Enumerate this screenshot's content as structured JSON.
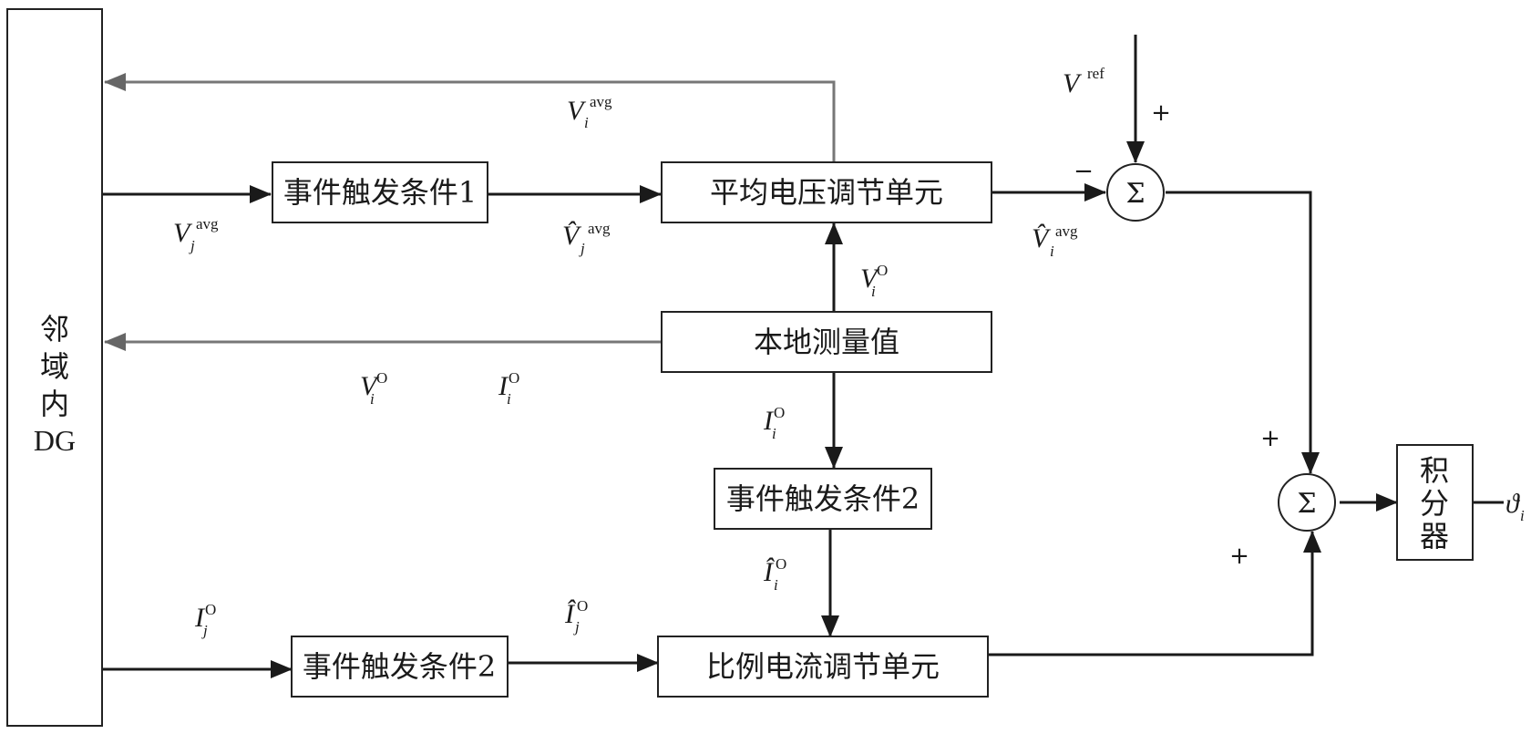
{
  "left_block": {
    "lines": [
      "邻",
      "域",
      "内",
      "DG"
    ]
  },
  "blocks": {
    "event_trigger_1": "事件触发条件1",
    "avg_voltage_unit": "平均电压调节单元",
    "local_measurement": "本地测量值",
    "event_trigger_2_mid": "事件触发条件2",
    "event_trigger_2_bottom": "事件触发条件2",
    "prop_current_unit": "比例电流调节单元",
    "integrator": [
      "积",
      "分",
      "器"
    ]
  },
  "summers": {
    "symbol": "Σ"
  },
  "signs": {
    "ref_plus": "+",
    "avg_minus": "−",
    "upper_plus": "+",
    "lower_plus": "+"
  },
  "signals": {
    "vi_avg_top": {
      "base": "V",
      "sup": "avg",
      "sub": "i"
    },
    "vj_avg": {
      "base": "V",
      "sup": "avg",
      "sub": "j"
    },
    "vj_avg_hat": {
      "base": "V̂",
      "sup": "avg",
      "sub": "j"
    },
    "vi_avg_hat": {
      "base": "V̂",
      "sup": "avg",
      "sub": "i"
    },
    "vref": {
      "base": "V",
      "sup": "ref",
      "sub": ""
    },
    "vi_o_up": {
      "base": "V",
      "sup": "O",
      "sub": "i"
    },
    "vi_o_left": {
      "base": "V",
      "sup": "O",
      "sub": "i"
    },
    "ii_o_left": {
      "base": "I",
      "sup": "O",
      "sub": "i"
    },
    "ii_o_down": {
      "base": "I",
      "sup": "O",
      "sub": "i"
    },
    "ii_o_hat": {
      "base": "Î",
      "sup": "O",
      "sub": "i"
    },
    "ij_o": {
      "base": "I",
      "sup": "O",
      "sub": "j"
    },
    "ij_o_hat": {
      "base": "Î",
      "sup": "O",
      "sub": "j"
    },
    "theta": {
      "base": "ϑ",
      "sup": "",
      "sub": "i"
    }
  },
  "colors": {
    "line": "#1a1a1a",
    "feedback_line": "#777777"
  }
}
